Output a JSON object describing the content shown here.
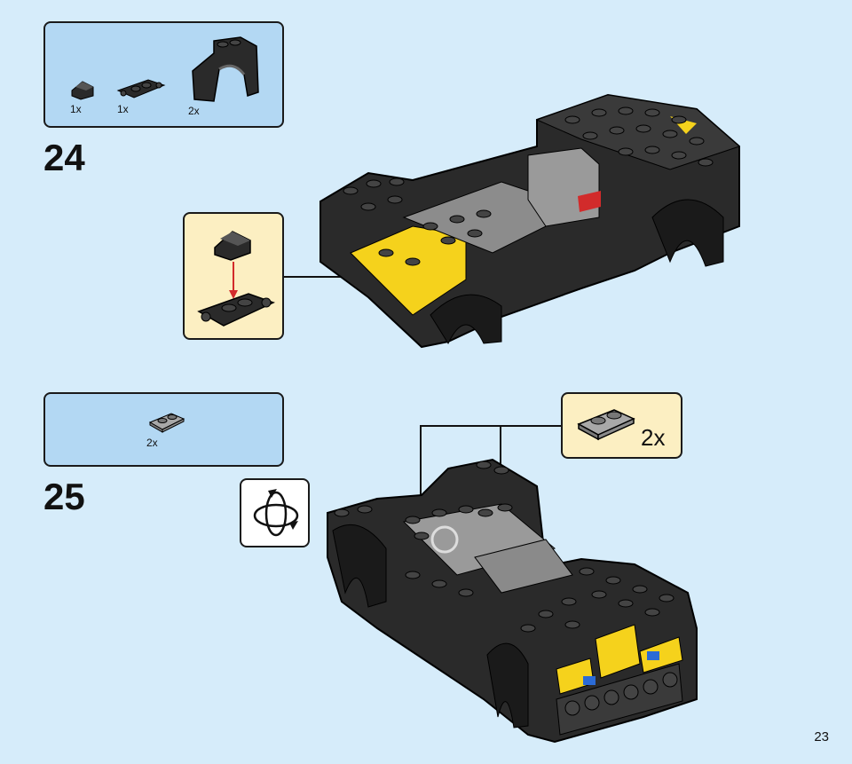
{
  "page_number": "23",
  "step24": {
    "number": "24",
    "parts": [
      {
        "qty": "1x",
        "icon": "slope-brick-icon"
      },
      {
        "qty": "1x",
        "icon": "plate-with-clips-icon"
      },
      {
        "qty": "2x",
        "icon": "wheel-arch-icon"
      }
    ]
  },
  "step25": {
    "number": "25",
    "parts": [
      {
        "qty": "2x",
        "icon": "plate-1x2-icon"
      }
    ],
    "sub_qty": "2x",
    "rotate_icon": "rotate-model-icon"
  },
  "colors": {
    "background": "#d6ecfa",
    "parts_box": "#b3d8f3",
    "sub_box": "#fcefc2",
    "brick_black": "#2a2a2a",
    "brick_grey": "#9a9a9a",
    "accent_yellow": "#f5d21c",
    "arrow_red": "#d22b2b"
  }
}
